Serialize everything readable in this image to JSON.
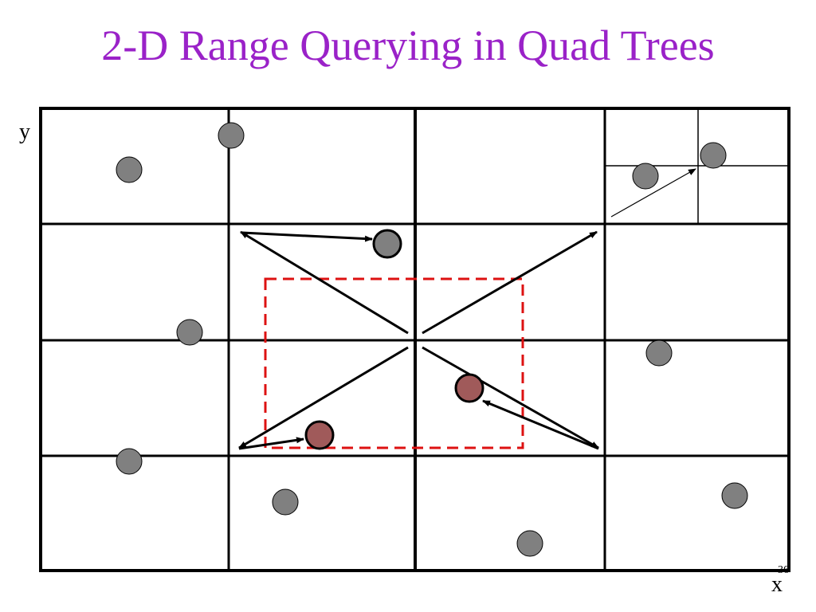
{
  "slide": {
    "title": "2-D Range Querying in Quad Trees",
    "axis_y_label": "y",
    "axis_x_label": "x",
    "page_number": "36"
  },
  "colors": {
    "title": "#9a22c8",
    "grid": "#000000",
    "point_fill": "#808080",
    "point_in_range_fill": "#a05a5a",
    "query_rect": "#dd1111"
  }
}
